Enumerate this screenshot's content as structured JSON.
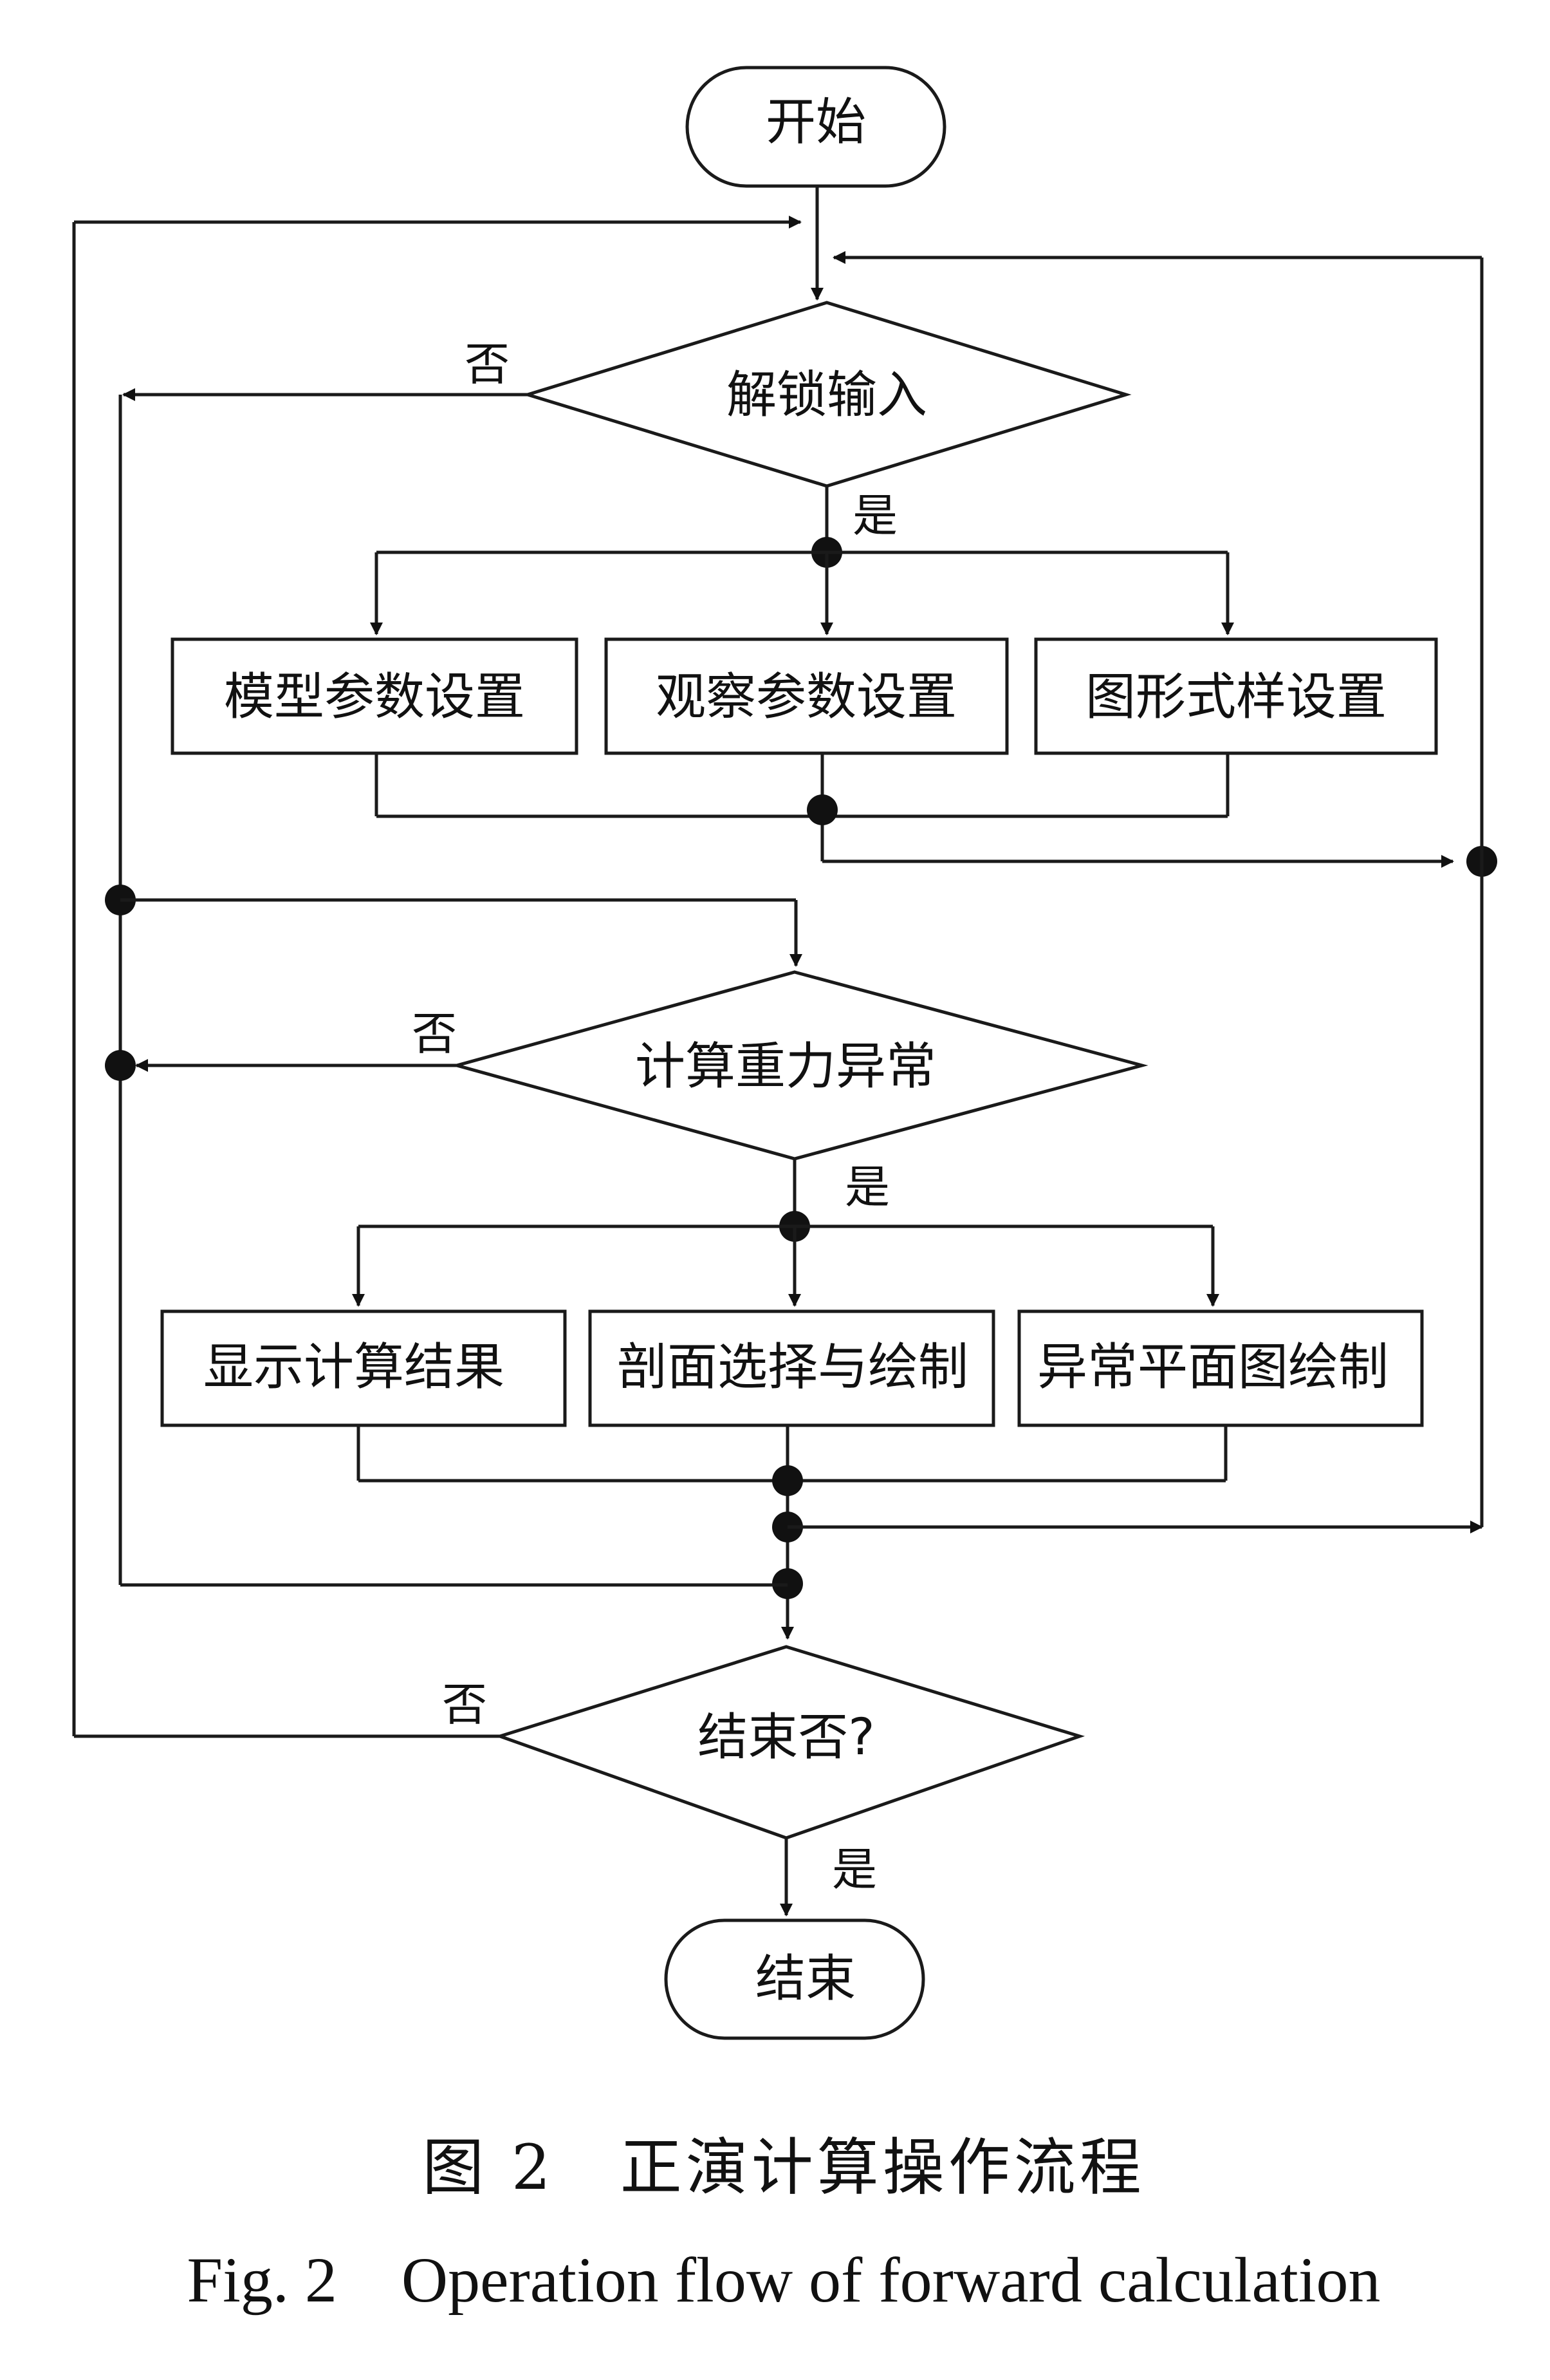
{
  "nodes": {
    "start": "开始",
    "unlock_input": "解锁输入",
    "model_params": "模型参数设置",
    "observe_params": "观察参数设置",
    "graphic_style": "图形式样设置",
    "calc_gravity": "计算重力异常",
    "show_results": "显示计算结果",
    "profile_draw": "剖面选择与绘制",
    "plan_draw": "异常平面图绘制",
    "end_question": "结束否?",
    "end": "结束"
  },
  "branches": {
    "unlock_no": "否",
    "unlock_yes": "是",
    "calc_no": "否",
    "calc_yes": "是",
    "end_no": "否",
    "end_yes": "是"
  },
  "caption": {
    "zh": "图 2　正演计算操作流程",
    "en": "Fig. 2　Operation flow of forward calculation"
  }
}
